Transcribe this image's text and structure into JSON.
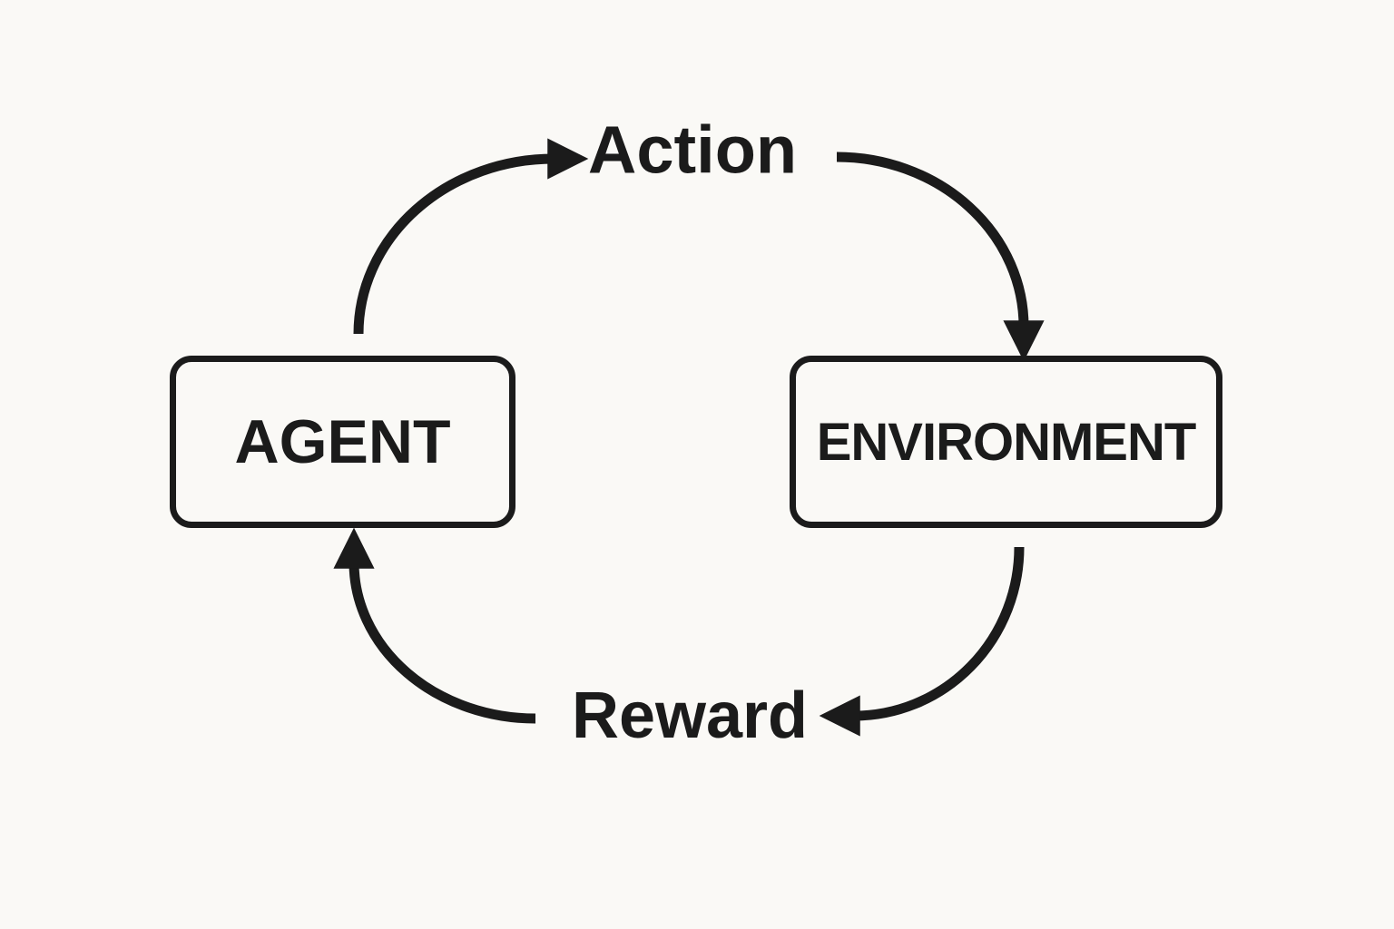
{
  "diagram": {
    "nodes": {
      "agent": {
        "label": "AGENT"
      },
      "environment": {
        "label": "ENVIRONMENT"
      }
    },
    "edges": {
      "action": {
        "label": "Action",
        "from": "AGENT",
        "to": "ENVIRONMENT"
      },
      "reward": {
        "label": "Reward",
        "from": "ENVIRONMENT",
        "to": "AGENT"
      }
    }
  },
  "colors": {
    "ink": "#1b1b1b",
    "bg": "#faf9f6"
  }
}
